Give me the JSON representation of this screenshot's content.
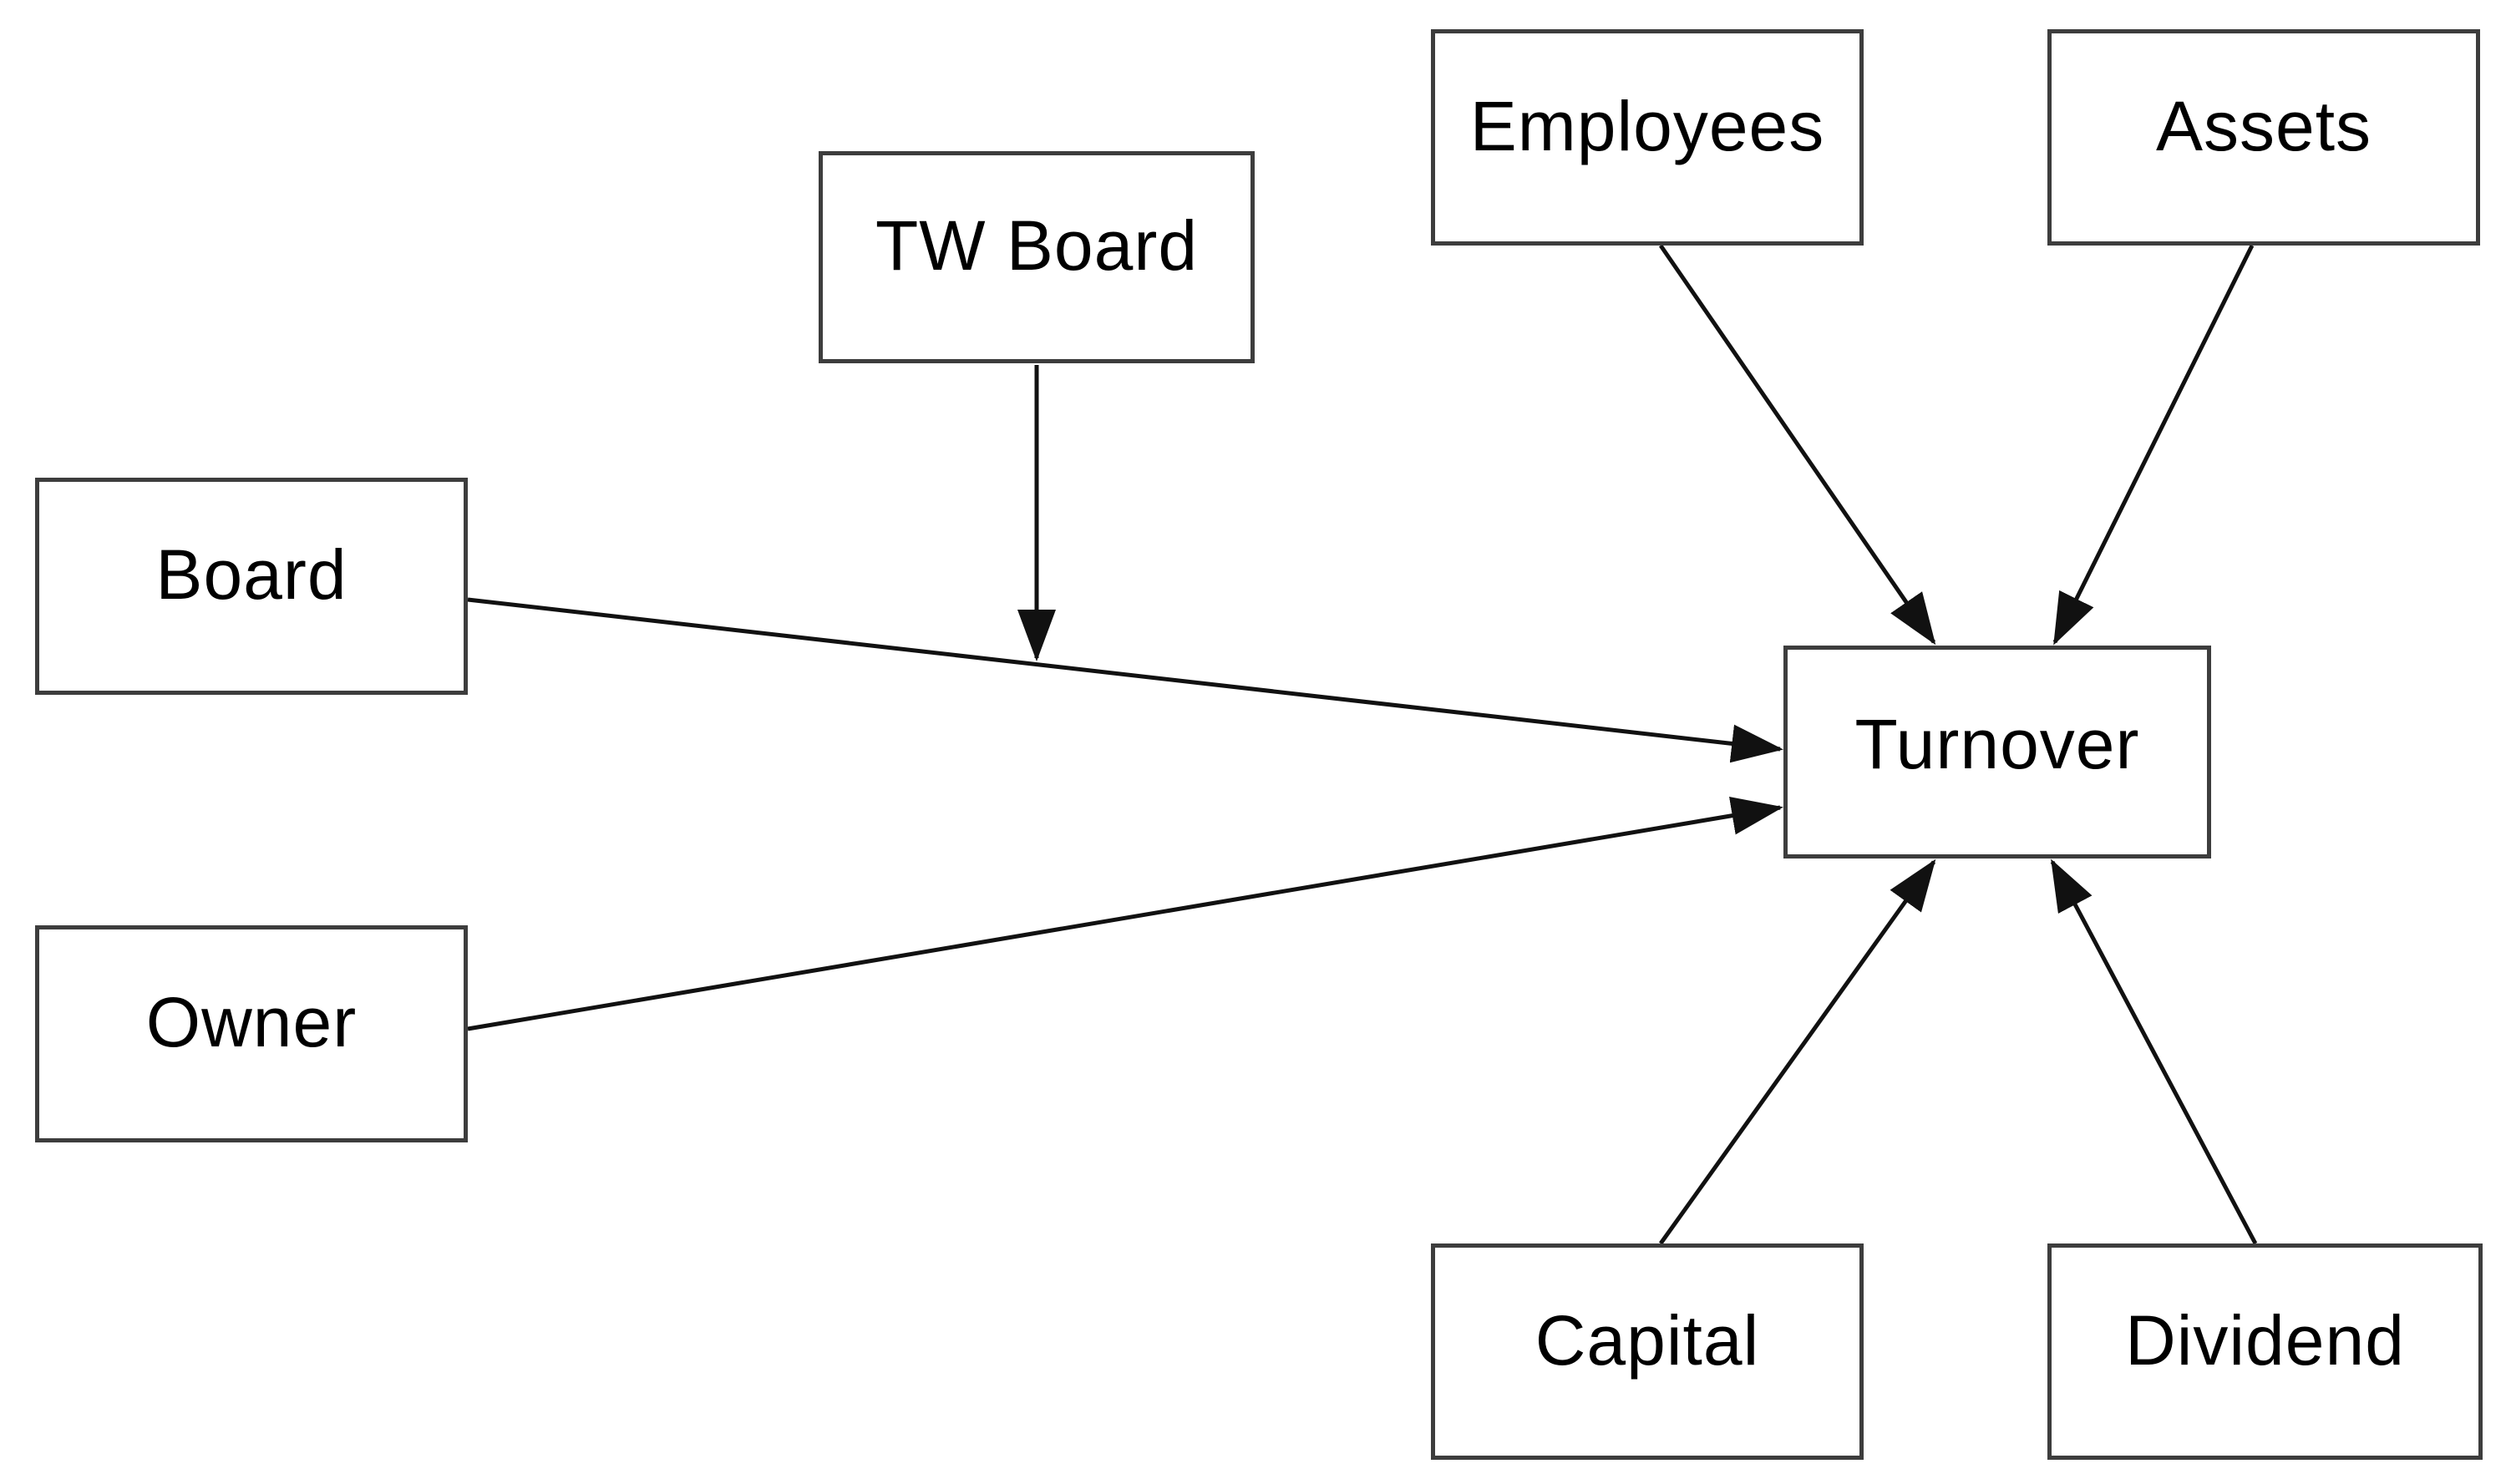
{
  "diagram": {
    "type": "path-model",
    "nodes": {
      "tw_board": {
        "label": "TW Board"
      },
      "board": {
        "label": "Board"
      },
      "owner": {
        "label": "Owner"
      },
      "employees": {
        "label": "Employees"
      },
      "assets": {
        "label": "Assets"
      },
      "turnover": {
        "label": "Turnover"
      },
      "capital": {
        "label": "Capital"
      },
      "dividend": {
        "label": "Dividend"
      }
    },
    "edges": [
      {
        "from": "Board",
        "to": "Turnover",
        "style": "straight-arrow"
      },
      {
        "from": "Owner",
        "to": "Turnover",
        "style": "straight-arrow"
      },
      {
        "from": "Employees",
        "to": "Turnover",
        "style": "straight-arrow"
      },
      {
        "from": "Assets",
        "to": "Turnover",
        "style": "straight-arrow"
      },
      {
        "from": "Capital",
        "to": "Turnover",
        "style": "straight-arrow"
      },
      {
        "from": "Dividend",
        "to": "Turnover",
        "style": "straight-arrow"
      },
      {
        "from": "TW Board",
        "to": "Board-to-Turnover line",
        "style": "straight-arrow",
        "relationship": "moderation"
      }
    ],
    "colors": {
      "background": "#ffffff",
      "box_border": "#3d3d3d",
      "arrow": "#111111",
      "text": "#000000"
    }
  }
}
